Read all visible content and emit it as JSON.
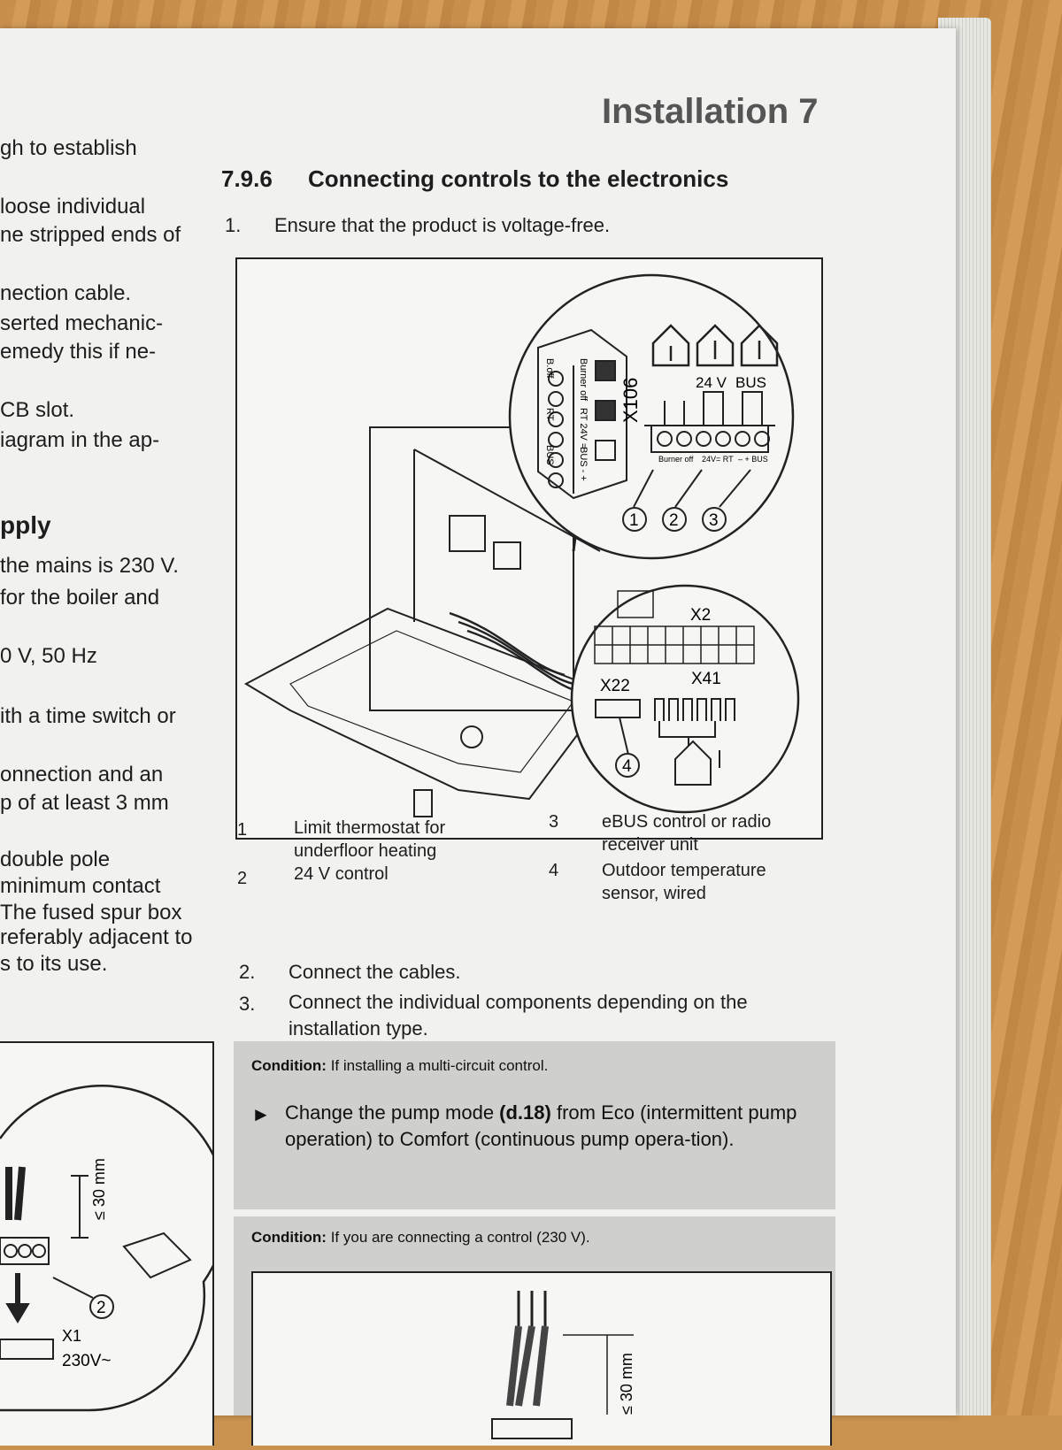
{
  "header": {
    "title": "Installation 7"
  },
  "section": {
    "number": "7.9.6",
    "title": "Connecting controls to the electronics"
  },
  "step1": {
    "num": "1.",
    "text": "Ensure that the product is voltage-free."
  },
  "left_column": [
    "gh to establish",
    "loose individual",
    "ne stripped ends of",
    "nection cable.",
    "serted mechanic-",
    "emedy this if ne-",
    "CB slot.",
    "iagram in the ap-",
    "pply",
    "the mains is 230 V.",
    "for the boiler and",
    "0 V, 50 Hz",
    "ith a time switch or",
    "onnection and an",
    "p of at least 3 mm",
    "double pole",
    "minimum contact",
    "The fused spur box",
    "referably adjacent to",
    "s to its use."
  ],
  "figure1": {
    "terminal_id": "X106",
    "top_labels": [
      "24 V",
      "BUS"
    ],
    "terminal_small_labels": [
      "Burner off",
      "24V= RT",
      "– + BUS"
    ],
    "plug_labels": [
      "B.off",
      "RT",
      "BUS",
      "Burner off",
      "RT 24V =",
      "BUS - +"
    ],
    "callouts": [
      "1",
      "2",
      "3",
      "4"
    ],
    "lower_labels": {
      "x2": "X2",
      "x22": "X22",
      "x41": "X41"
    }
  },
  "legend": [
    {
      "num": "1",
      "text": "Limit thermostat for underfloor heating"
    },
    {
      "num": "2",
      "text": "24 V control"
    },
    {
      "num": "3",
      "text": "eBUS control or radio receiver unit"
    },
    {
      "num": "4",
      "text": "Outdoor temperature sensor, wired"
    }
  ],
  "steps": [
    {
      "num": "2.",
      "text": "Connect the cables."
    },
    {
      "num": "3.",
      "text": "Connect the individual components depending on the installation type."
    }
  ],
  "conditions": [
    {
      "label": "Condition:",
      "text": " If installing a multi-circuit control.",
      "action_pre": "Change the pump mode ",
      "action_bold": "(d.18)",
      "action_post": " from Eco (intermittent pump operation) to Comfort (continuous pump opera-tion)."
    },
    {
      "label": "Condition:",
      "text": " If you are connecting a control (230 V)."
    }
  ],
  "figure2": {
    "dimension": "≤ 30 mm"
  },
  "left_figure": {
    "dimension": "≤ 30 mm",
    "callout": "2",
    "connector": "X1",
    "voltage": "230V~"
  },
  "bullet_symbol": "►"
}
